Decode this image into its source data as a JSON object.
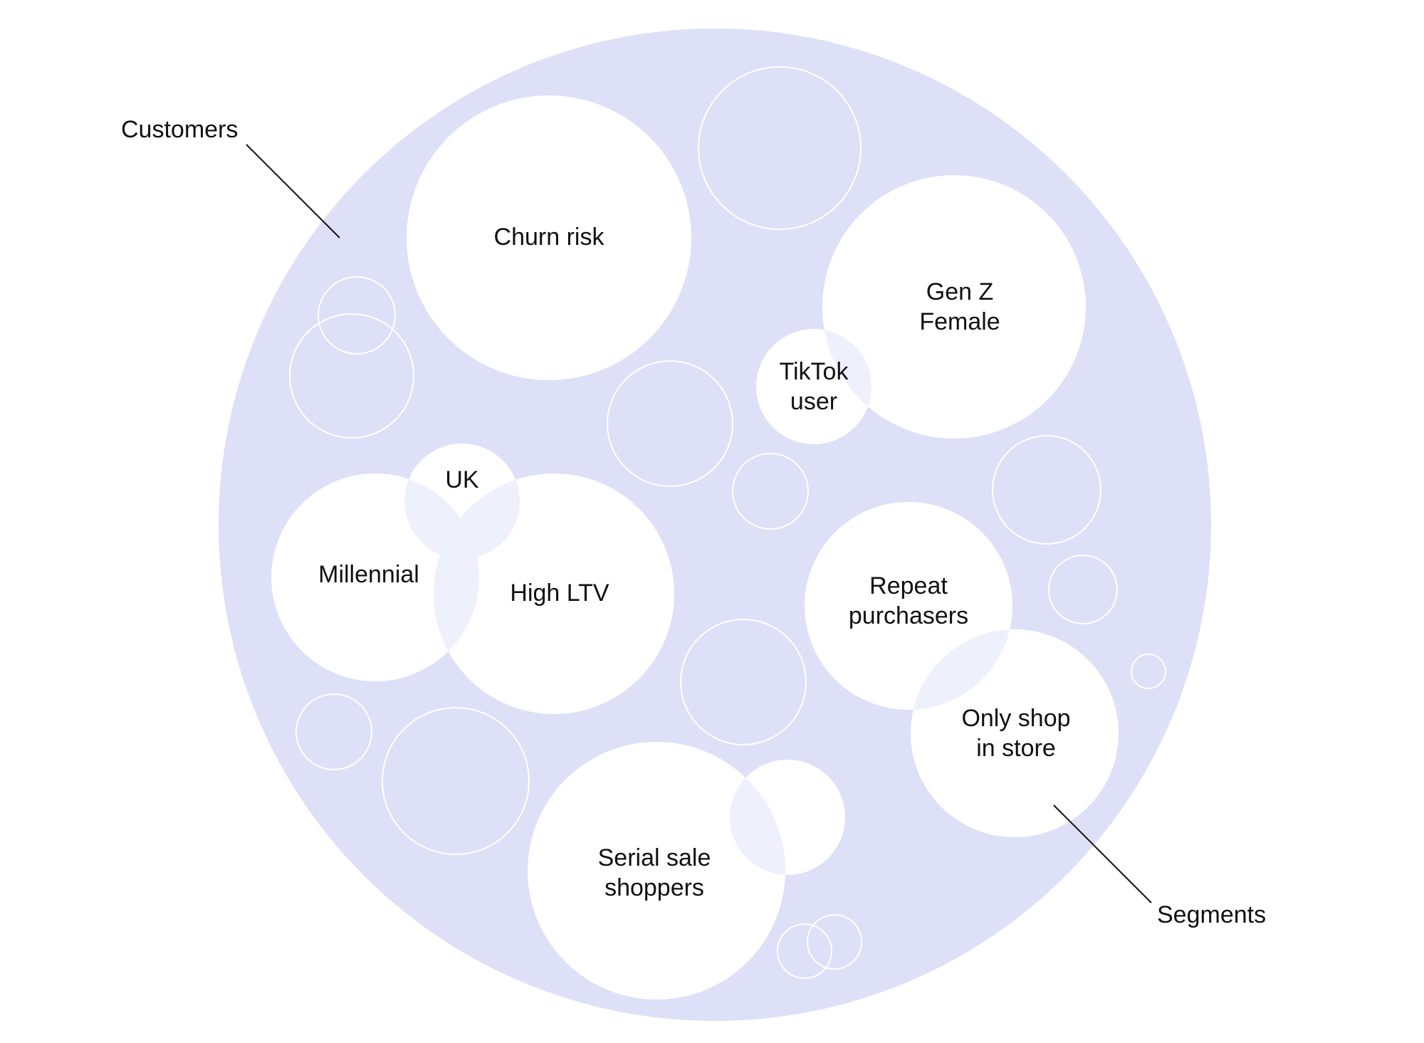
{
  "colors": {
    "universe": "#dde0f7",
    "segment": "#ffffff",
    "overlap": "#eef0fb",
    "outline": "#ffffff",
    "text": "#111111",
    "leader": "#111111"
  },
  "callouts": {
    "customers": "Customers",
    "segments": "Segments"
  },
  "segments": {
    "churn_risk": [
      "Churn risk"
    ],
    "gen_z_female": [
      "Gen Z",
      "Female"
    ],
    "tiktok_user": [
      "TikTok",
      "user"
    ],
    "uk": [
      "UK"
    ],
    "millennial": [
      "Millennial"
    ],
    "high_ltv": [
      "High LTV"
    ],
    "repeat_purchasers": [
      "Repeat",
      "purchasers"
    ],
    "only_shop_in_store": [
      "Only shop",
      "in store"
    ],
    "serial_sale_shoppers": [
      "Serial sale",
      "shoppers"
    ]
  }
}
